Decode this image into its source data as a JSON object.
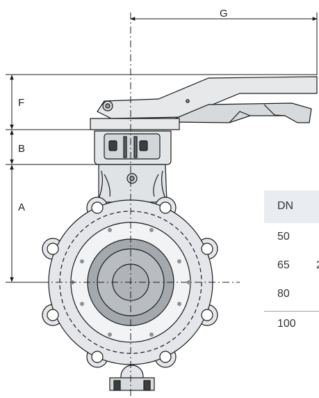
{
  "dimensions": {
    "G": "G",
    "F": "F",
    "B": "B",
    "A": "A"
  },
  "table": {
    "header": "DN",
    "rows": [
      {
        "dn": "50",
        "next": ""
      },
      {
        "dn": "65",
        "next": "2"
      },
      {
        "dn": "80",
        "next": ""
      },
      {
        "dn": "100",
        "next": ""
      }
    ]
  },
  "colors": {
    "line": "#1a1a1a",
    "metal": "#d9dcdf",
    "disc": "#9a9fa4",
    "table_header": "#e9edf1"
  }
}
